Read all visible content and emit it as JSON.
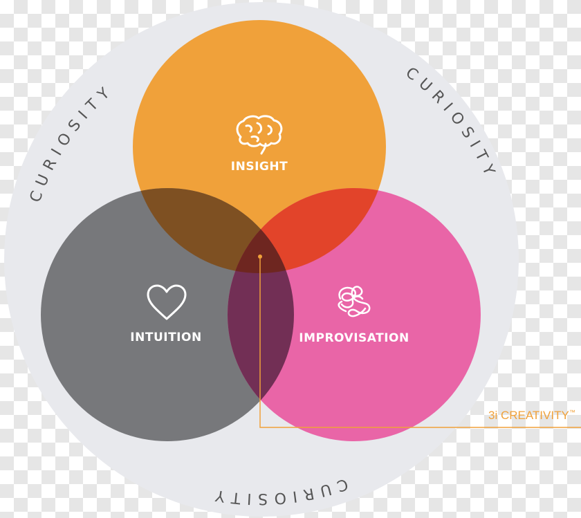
{
  "diagram": {
    "ring_labels": {
      "left": "CURIOSITY",
      "right": "CURIOSITY",
      "bottom": "CURIOSITY"
    },
    "circles": [
      {
        "id": "insight",
        "label": "INSIGHT",
        "icon": "brain-icon",
        "color": "#F0A13A"
      },
      {
        "id": "intuition",
        "label": "INTUITION",
        "icon": "heart-icon",
        "color": "#77787B"
      },
      {
        "id": "improvisation",
        "label": "IMPROVISATION",
        "icon": "scribble-icon",
        "color": "#E965A7"
      }
    ],
    "callout": {
      "label": "3i CREATIVITY",
      "trademark": "™",
      "color": "#F0A13A"
    },
    "ring_color": "#E8E9ED"
  }
}
